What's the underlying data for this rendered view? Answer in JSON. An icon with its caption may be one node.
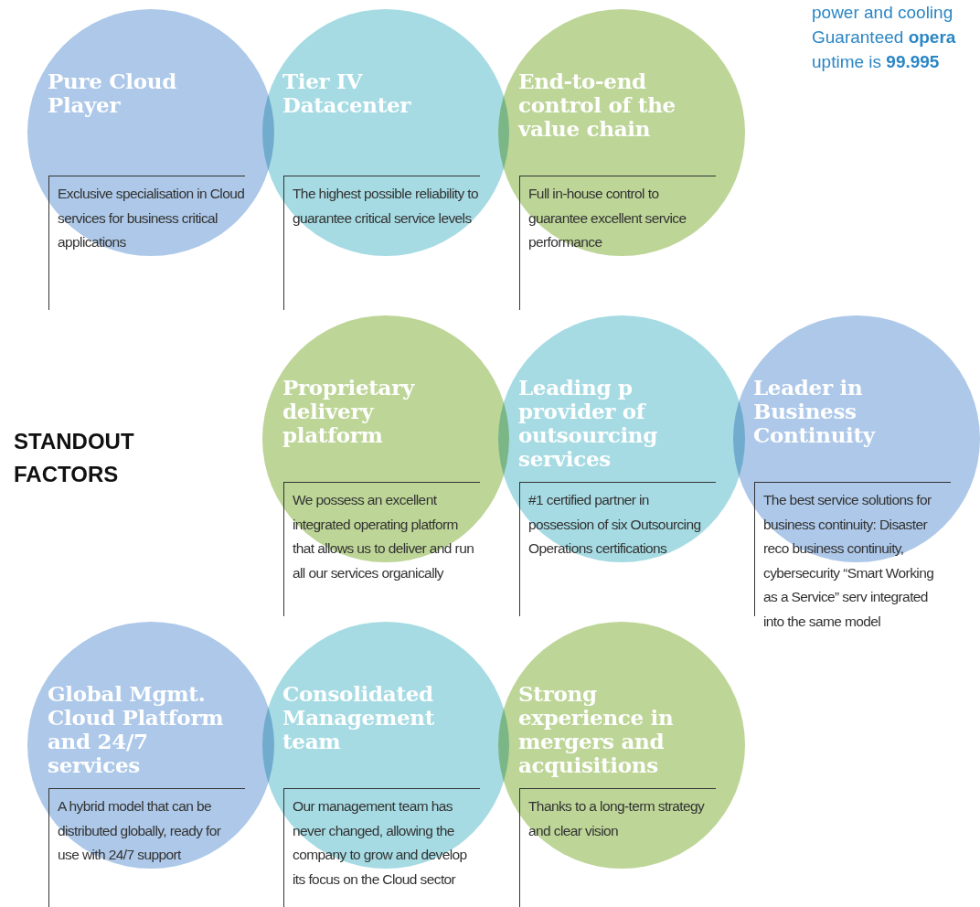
{
  "diagram": {
    "nodes": [
      {
        "text": [
          "Pure Cloud Player",
          "Exclusive specialisation in Cloud services for business critical applications"
        ]
      },
      {
        "text": [
          "Tier IV Datacenter",
          "The highest possible reliability to guarantee critical service levels"
        ]
      },
      {
        "text": [
          "End-to-end control of the value chain",
          "Full in-house control to guarantee excellent service performance"
        ]
      },
      {
        "text": [
          "Proprietary delivery platform",
          "We possess an excellent integrated operating platform that allows us to deliver and run all our services organically"
        ]
      },
      {
        "text": [
          "Leading p provider of outsourcing services",
          "#1 certified partner in possession of six Outsourcing Operations certifications"
        ]
      },
      {
        "text": [
          "Leader in Business Continuity",
          "The best service solutions for business continuity: Disaster reco business continuity, cybersecurity “Smart Working as a Service” serv integrated into the same model"
        ]
      },
      {
        "text": [
          "Global Mgmt. Cloud Platform and 24/7 services",
          "A hybrid model that can be distributed globally, ready for use with 24/7 support"
        ]
      },
      {
        "text": [
          "Consolidated Management team",
          "Our management team has never changed, allowing the company to grow and develop its focus on the Cloud sector"
        ]
      },
      {
        "text": [
          "Strong experience in mergers and acquisitions",
          "Thanks to a long-term strategy and clear vision"
        ]
      }
    ],
    "edges": [],
    "labels": [
      "power and cooling Guaranteed **opera** uptime is **99.995**",
      "STANDOUT FACTORS"
    ]
  }
}
